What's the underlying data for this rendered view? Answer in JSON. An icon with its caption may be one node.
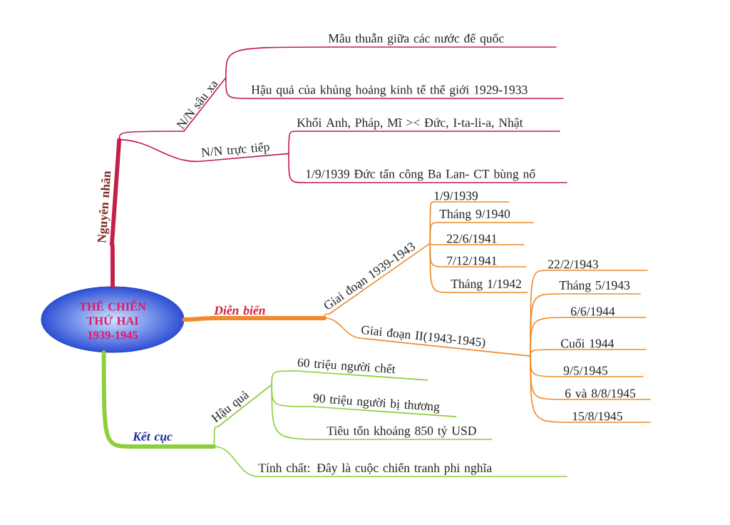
{
  "diagram": {
    "nodes": [
      {
        "text": [
          "THẾ CHIẾN THỨ HAI 1939-1945"
        ]
      },
      {
        "text": [
          "Nguyên nhân"
        ]
      },
      {
        "text": [
          "N/N sâu xa"
        ]
      },
      {
        "text": [
          "Mâu thuẫn giữa các nước đế quốc"
        ]
      },
      {
        "text": [
          "Hậu quả của khủng hoảng kinh tế thế giới 1929-1933"
        ]
      },
      {
        "text": [
          "N/N trực tiếp"
        ]
      },
      {
        "text": [
          "Khối Anh, Pháp, Mĩ >< Đức, I-ta-li-a, Nhật"
        ]
      },
      {
        "text": [
          "1/9/1939 Đức tấn công Ba Lan- CT bùng nổ"
        ]
      },
      {
        "text": [
          "Diễn biến"
        ]
      },
      {
        "text": [
          "Giai đoạn 1939-1943"
        ]
      },
      {
        "text": [
          "1/9/1939"
        ]
      },
      {
        "text": [
          "Tháng 9/1940"
        ]
      },
      {
        "text": [
          "22/6/1941"
        ]
      },
      {
        "text": [
          "7/12/1941"
        ]
      },
      {
        "text": [
          "Tháng 1/1942"
        ]
      },
      {
        "text": [
          "Giai đoạn II(1943-1945)"
        ]
      },
      {
        "text": [
          "22/2/1943"
        ]
      },
      {
        "text": [
          "Tháng 5/1943"
        ]
      },
      {
        "text": [
          "6/6/1944"
        ]
      },
      {
        "text": [
          "Cuối 1944"
        ]
      },
      {
        "text": [
          "9/5/1945"
        ]
      },
      {
        "text": [
          "6 và 8/8/1945"
        ]
      },
      {
        "text": [
          "15/8/1945"
        ]
      },
      {
        "text": [
          "Kết cục"
        ]
      },
      {
        "text": [
          "Hậu quả"
        ]
      },
      {
        "text": [
          "60 triệu người chết"
        ]
      },
      {
        "text": [
          "90 triệu người bị thương"
        ]
      },
      {
        "text": [
          "Tiêu tốn khoảng 850 tỷ USD"
        ]
      },
      {
        "text": [
          "Tính chất: Đây là cuộc chiến tranh phi nghĩa"
        ]
      }
    ],
    "edges": [
      {
        "from": 0,
        "to": 1,
        "arrow": "none",
        "style": "thick",
        "color": "#c41e4a"
      },
      {
        "from": 1,
        "to": 2,
        "arrow": "none",
        "color": "#c41e4a"
      },
      {
        "from": 2,
        "to": 3,
        "arrow": "none",
        "color": "#c41e4a"
      },
      {
        "from": 2,
        "to": 4,
        "arrow": "none",
        "color": "#c41e4a"
      },
      {
        "from": 1,
        "to": 5,
        "arrow": "none",
        "color": "#c41e4a"
      },
      {
        "from": 5,
        "to": 6,
        "arrow": "none",
        "color": "#c41e4a"
      },
      {
        "from": 5,
        "to": 7,
        "arrow": "none",
        "color": "#c41e4a"
      },
      {
        "from": 0,
        "to": 8,
        "arrow": "none",
        "style": "thick"
      },
      {
        "from": 8,
        "to": 9,
        "arrow": "none"
      },
      {
        "from": 9,
        "to": 10,
        "arrow": "none"
      },
      {
        "from": 9,
        "to": 11,
        "arrow": "none"
      },
      {
        "from": 9,
        "to": 12,
        "arrow": "none"
      },
      {
        "from": 9,
        "to": 13,
        "arrow": "none"
      },
      {
        "from": 9,
        "to": 14,
        "arrow": "none"
      },
      {
        "from": 8,
        "to": 15,
        "arrow": "none"
      },
      {
        "from": 15,
        "to": 16,
        "arrow": "none"
      },
      {
        "from": 15,
        "to": 17,
        "arrow": "none"
      },
      {
        "from": 15,
        "to": 18,
        "arrow": "none"
      },
      {
        "from": 15,
        "to": 19,
        "arrow": "none"
      },
      {
        "from": 15,
        "to": 20,
        "arrow": "none"
      },
      {
        "from": 15,
        "to": 21,
        "arrow": "none"
      },
      {
        "from": 15,
        "to": 22,
        "arrow": "none"
      },
      {
        "from": 0,
        "to": 23,
        "arrow": "none",
        "style": "thick",
        "color": "#8ccf3a"
      },
      {
        "from": 23,
        "to": 24,
        "arrow": "none",
        "color": "#8ccf3a"
      },
      {
        "from": 24,
        "to": 25,
        "arrow": "none",
        "color": "#8ccf3a"
      },
      {
        "from": 24,
        "to": 26,
        "arrow": "none",
        "color": "#8ccf3a"
      },
      {
        "from": 24,
        "to": 27,
        "arrow": "none",
        "color": "#8ccf3a"
      },
      {
        "from": 23,
        "to": 28,
        "arrow": "none",
        "color": "#8ccf3a"
      }
    ]
  }
}
